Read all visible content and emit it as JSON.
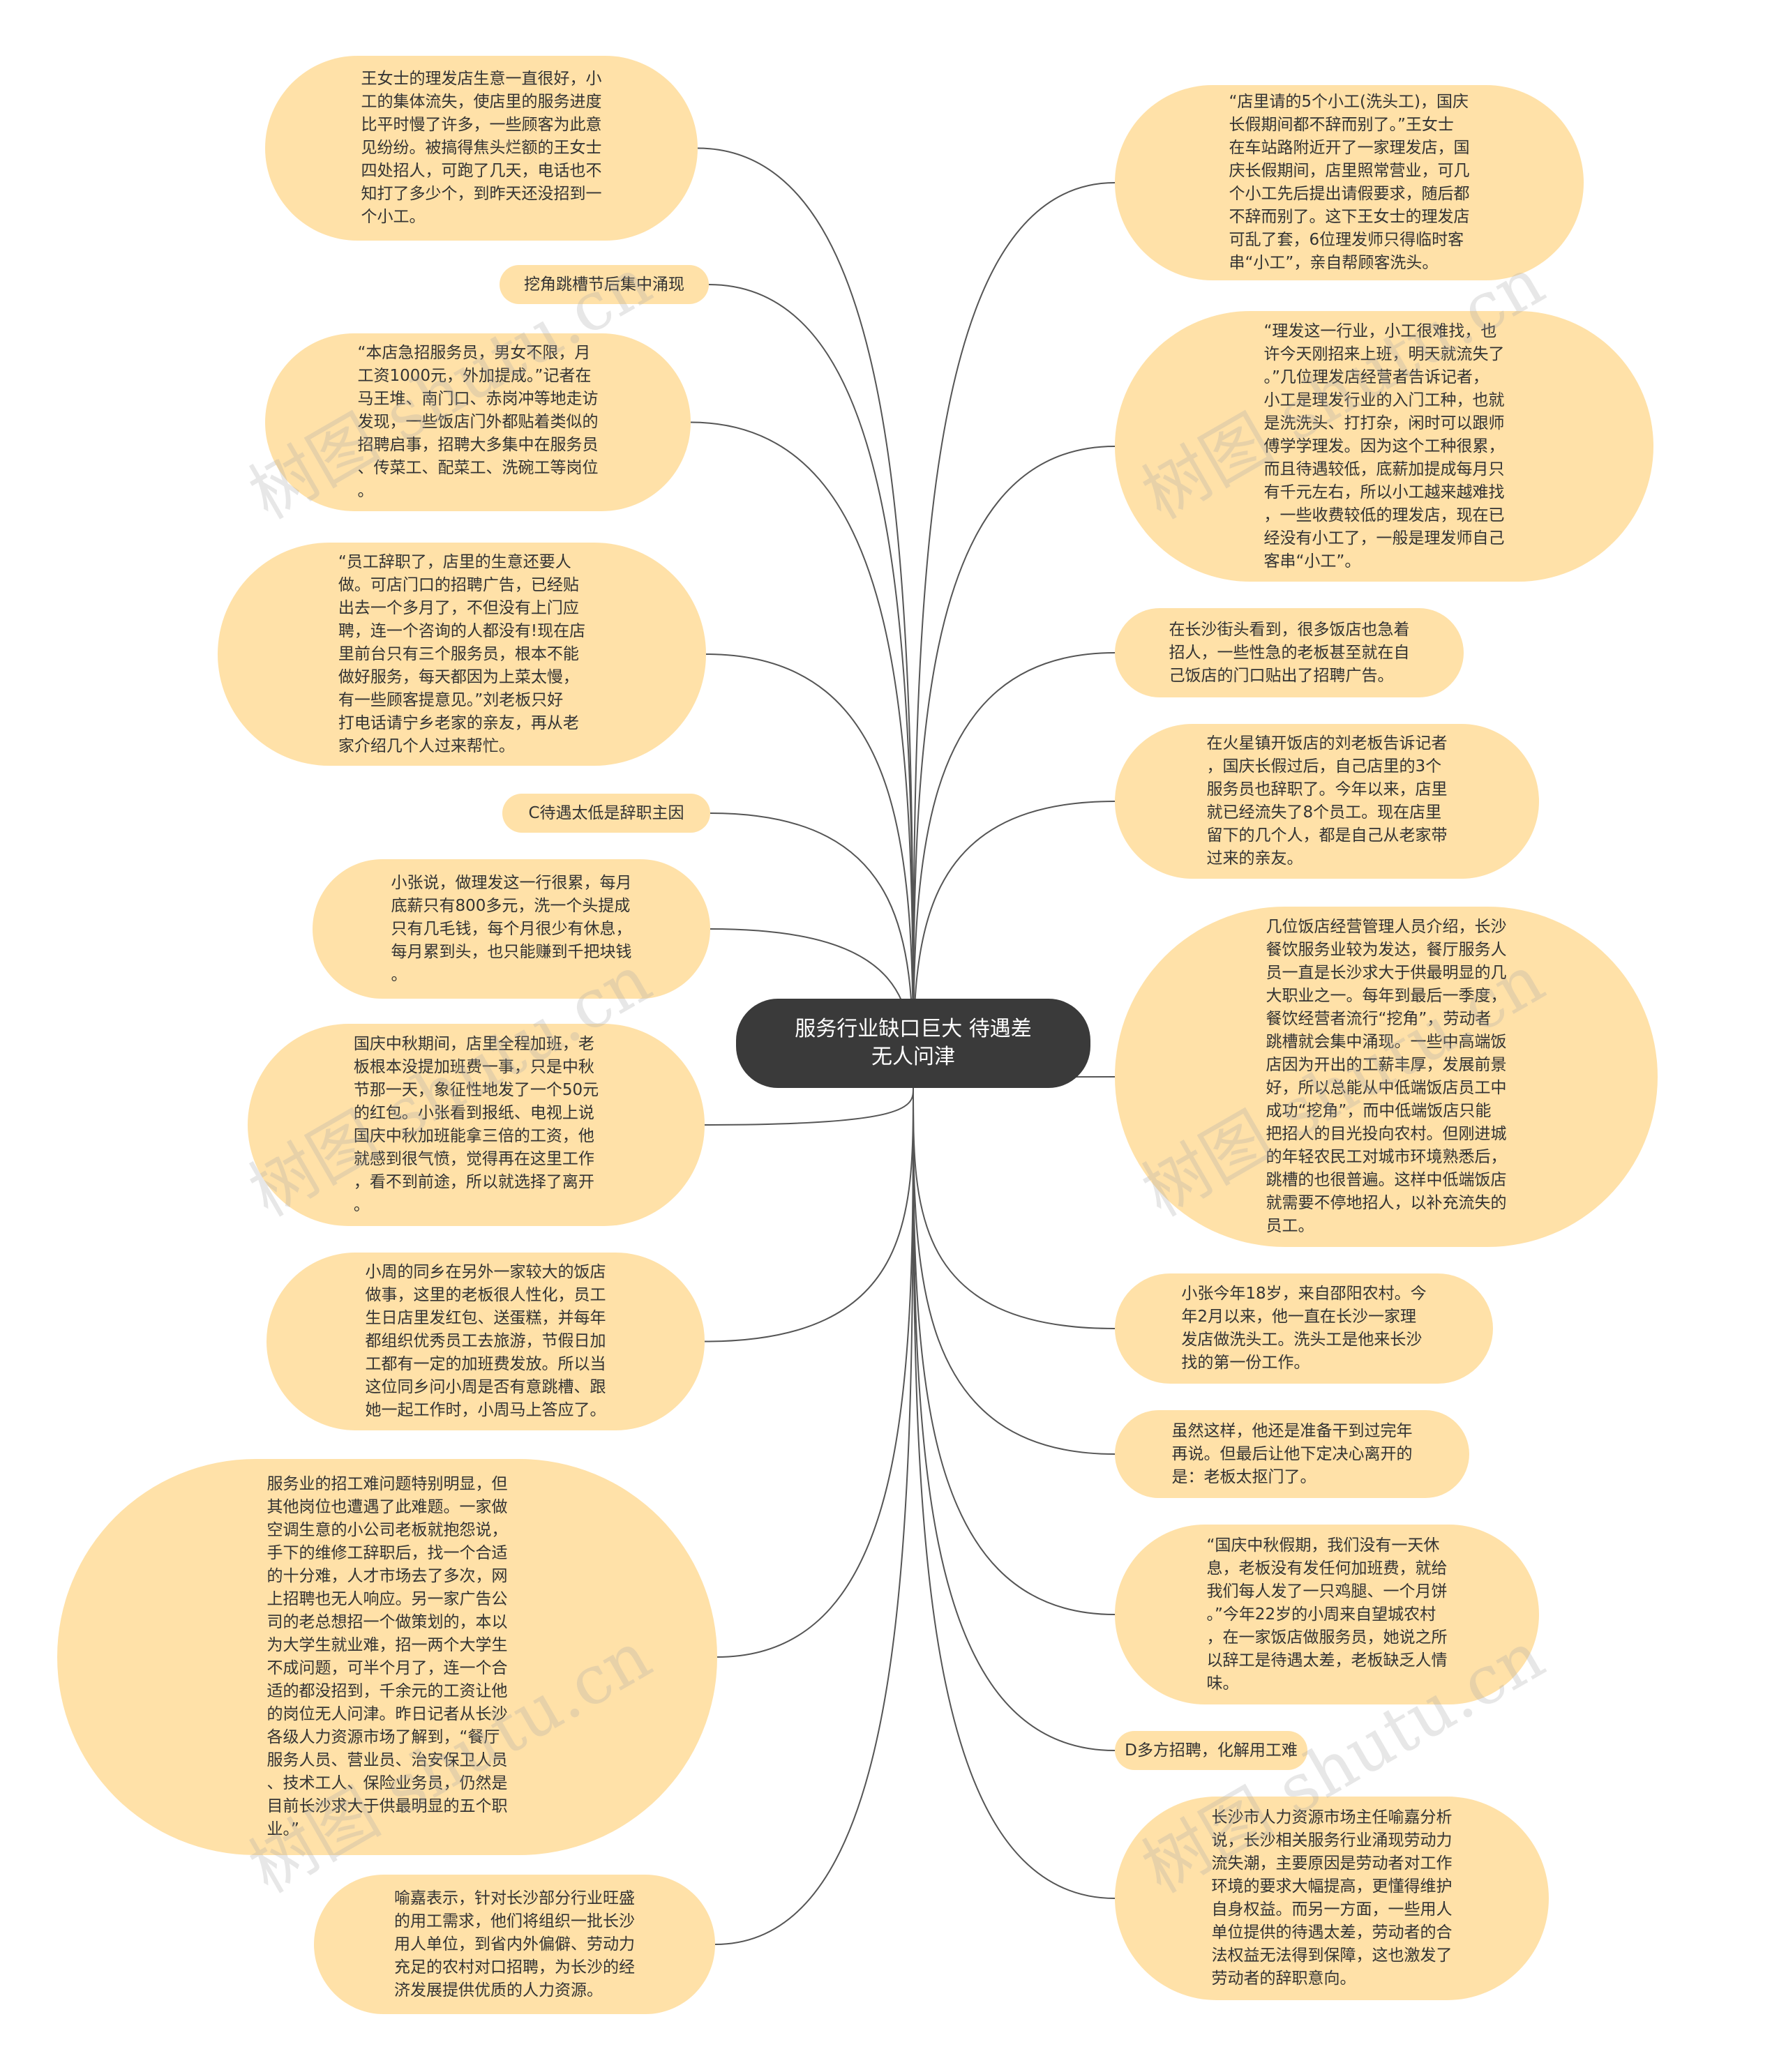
{
  "center": {
    "title": "服务行业缺口巨大 待遇差\n无人问津"
  },
  "left_nodes": [
    {
      "text": "王女士的理发店生意一直很好，小\n工的集体流失，使店里的服务进度\n比平时慢了许多，一些顾客为此意\n见纷纷。被搞得焦头烂额的王女士\n四处招人，可跑了几天，电话也不\n知打了多少个，到昨天还没招到一\n个小工。"
    },
    {
      "text": "挖角跳槽节后集中涌现"
    },
    {
      "text": "“本店急招服务员，男女不限，月\n工资1000元，外加提成。”记者在\n马王堆、南门口、赤岗冲等地走访\n发现，一些饭店门外都贴着类似的\n招聘启事，招聘大多集中在服务员\n、传菜工、配菜工、洗碗工等岗位\n。"
    },
    {
      "text": "“员工辞职了，店里的生意还要人\n做。可店门口的招聘广告，已经贴\n出去一个多月了，不但没有上门应\n聘，连一个咨询的人都没有!现在店\n里前台只有三个服务员，根本不能\n做好服务，每天都因为上菜太慢，\n有一些顾客提意见。”刘老板只好\n打电话请宁乡老家的亲友，再从老\n家介绍几个人过来帮忙。"
    },
    {
      "text": "C待遇太低是辞职主因"
    },
    {
      "text": "小张说，做理发这一行很累，每月\n底薪只有800多元，洗一个头提成\n只有几毛钱，每个月很少有休息，\n每月累到头，也只能赚到千把块钱\n。"
    },
    {
      "text": "国庆中秋期间，店里全程加班，老\n板根本没提加班费一事，只是中秋\n节那一天，象征性地发了一个50元\n的红包。小张看到报纸、电视上说\n国庆中秋加班能拿三倍的工资，他\n就感到很气愤，觉得再在这里工作\n，看不到前途，所以就选择了离开\n。"
    },
    {
      "text": "小周的同乡在另外一家较大的饭店\n做事，这里的老板很人性化，员工\n生日店里发红包、送蛋糕，并每年\n都组织优秀员工去旅游，节假日加\n工都有一定的加班费发放。所以当\n这位同乡问小周是否有意跳槽、跟\n她一起工作时，小周马上答应了。"
    },
    {
      "text": "服务业的招工难问题特别明显，但\n其他岗位也遭遇了此难题。一家做\n空调生意的小公司老板就抱怨说，\n手下的维修工辞职后，找一个合适\n的十分难，人才市场去了多次，网\n上招聘也无人响应。另一家广告公\n司的老总想招一个做策划的，本以\n为大学生就业难，招一两个大学生\n不成问题，可半个月了，连一个合\n适的都没招到，千余元的工资让他\n的岗位无人问津。昨日记者从长沙\n各级人力资源市场了解到，“餐厅\n服务人员、营业员、治安保卫人员\n、技术工人、保险业务员，仍然是\n目前长沙求大于供最明显的五个职\n业。”"
    },
    {
      "text": "喻嘉表示，针对长沙部分行业旺盛\n的用工需求，他们将组织一批长沙\n用人单位，到省内外偏僻、劳动力\n充足的农村对口招聘，为长沙的经\n济发展提供优质的人力资源。"
    }
  ],
  "right_nodes": [
    {
      "text": "“店里请的5个小工(洗头工)，国庆\n长假期间都不辞而别了。”王女士\n在车站路附近开了一家理发店，国\n庆长假期间，店里照常营业，可几\n个小工先后提出请假要求，随后都\n不辞而别了。这下王女士的理发店\n可乱了套，6位理发师只得临时客\n串“小工”，亲自帮顾客洗头。"
    },
    {
      "text": "“理发这一行业，小工很难找，也\n许今天刚招来上班，明天就流失了\n。”几位理发店经营者告诉记者，\n小工是理发行业的入门工种，也就\n是洗洗头、打打杂，闲时可以跟师\n傅学学理发。因为这个工种很累，\n而且待遇较低，底薪加提成每月只\n有千元左右，所以小工越来越难找\n，一些收费较低的理发店，现在已\n经没有小工了，一般是理发师自己\n客串“小工”。"
    },
    {
      "text": "在长沙街头看到，很多饭店也急着\n招人，一些性急的老板甚至就在自\n己饭店的门口贴出了招聘广告。"
    },
    {
      "text": "在火星镇开饭店的刘老板告诉记者\n，国庆长假过后，自己店里的3个\n服务员也辞职了。今年以来，店里\n就已经流失了8个员工。现在店里\n留下的几个人，都是自己从老家带\n过来的亲友。"
    },
    {
      "text": "几位饭店经营管理人员介绍，长沙\n餐饮服务业较为发达，餐厅服务人\n员一直是长沙求大于供最明显的几\n大职业之一。每年到最后一季度，\n餐饮经营者流行“挖角”，劳动者\n跳槽就会集中涌现。一些中高端饭\n店因为开出的工薪丰厚，发展前景\n好，所以总能从中低端饭店员工中\n成功“挖角”，而中低端饭店只能\n把招人的目光投向农村。但刚进城\n的年轻农民工对城市环境熟悉后，\n跳槽的也很普遍。这样中低端饭店\n就需要不停地招人，以补充流失的\n员工。"
    },
    {
      "text": "小张今年18岁，来自邵阳农村。今\n年2月以来，他一直在长沙一家理\n发店做洗头工。洗头工是他来长沙\n找的第一份工作。"
    },
    {
      "text": "虽然这样，他还是准备干到过完年\n再说。但最后让他下定决心离开的\n是：老板太抠门了。"
    },
    {
      "text": "“国庆中秋假期，我们没有一天休\n息，老板没有发任何加班费，就给\n我们每人发了一只鸡腿、一个月饼\n。”今年22岁的小周来自望城农村\n，在一家饭店做服务员，她说之所\n以辞工是待遇太差，老板缺乏人情\n味。"
    },
    {
      "text": "D多方招聘，化解用工难"
    },
    {
      "text": "长沙市人力资源市场主任喻嘉分析\n说，长沙相关服务行业涌现劳动力\n流失潮，主要原因是劳动者对工作\n环境的要求大幅提高，更懂得维护\n自身权益。而另一方面，一些用人\n单位提供的待遇太差，劳动者的合\n法权益无法得到保障，这也激发了\n劳动者的辞职意向。"
    }
  ],
  "colors": {
    "node_fill": "#ffe1a8",
    "center_fill": "#3a3a3a",
    "line": "#555555"
  },
  "watermark": "树图 shutu.cn"
}
